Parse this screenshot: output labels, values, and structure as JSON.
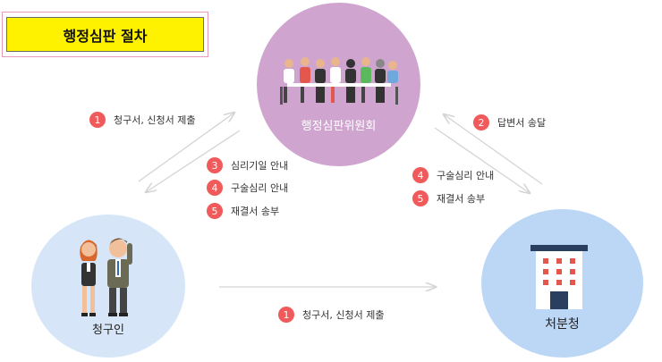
{
  "title": "행정심판 절차",
  "nodes": {
    "committee": "행정심판위원회",
    "claimant": "청구인",
    "agency": "처분청"
  },
  "steps": {
    "claimant_to_committee": [
      {
        "num": "1",
        "label": "청구서, 신청서 제출"
      }
    ],
    "committee_to_claimant": [
      {
        "num": "3",
        "label": "심리기일 안내"
      },
      {
        "num": "4",
        "label": "구술심리 안내"
      },
      {
        "num": "5",
        "label": "재결서 송부"
      }
    ],
    "agency_to_committee": [
      {
        "num": "2",
        "label": "답변서 송달"
      }
    ],
    "committee_to_agency": [
      {
        "num": "4",
        "label": "구술심리 안내"
      },
      {
        "num": "5",
        "label": "재결서 송부"
      }
    ],
    "claimant_to_agency": [
      {
        "num": "1",
        "label": "청구서, 신청서 제출"
      }
    ]
  },
  "colors": {
    "title_bg": "#fff200",
    "committee": "#cfa5d0",
    "claimant": "#d6e6f8",
    "agency": "#bcd6f5",
    "badge": "#f05a5a",
    "arrow": "#d4d4d4"
  },
  "icons": {
    "committee": "meeting-people-icon",
    "claimant": "couple-people-icon",
    "agency": "office-building-icon"
  }
}
